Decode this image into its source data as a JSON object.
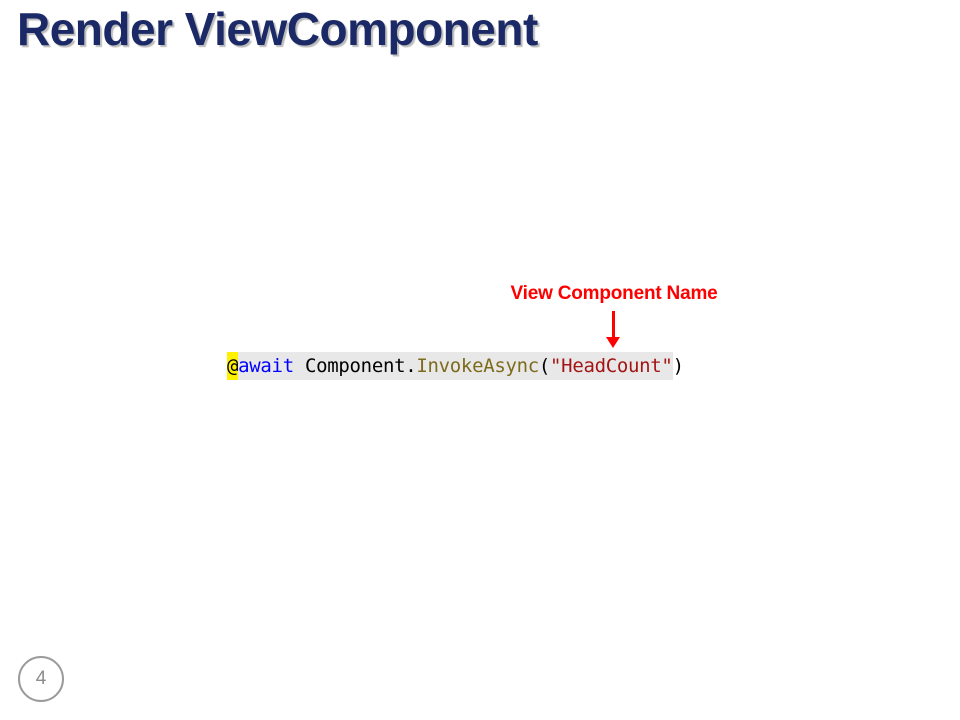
{
  "slide": {
    "title": "Render ViewComponent",
    "page_number": "4"
  },
  "annotation": {
    "label": "View Component Name",
    "arrow_direction": "down"
  },
  "code": {
    "full_text": "@await Component.InvokeAsync(\"HeadCount\")",
    "tokens": [
      {
        "text": "@",
        "role": "razor-transition",
        "color": "#000000",
        "background": "#FFF100"
      },
      {
        "text": "await",
        "role": "keyword",
        "color": "#0000FF",
        "background": "#E8E8E8"
      },
      {
        "text": " Component.",
        "role": "plain",
        "color": "#000000",
        "background": "#E8E8E8"
      },
      {
        "text": "InvokeAsync",
        "role": "method",
        "color": "#7D6B1C",
        "background": "#E8E8E8"
      },
      {
        "text": "(",
        "role": "plain",
        "color": "#000000",
        "background": "#E8E8E8"
      },
      {
        "text": "\"HeadCount\"",
        "role": "string",
        "color": "#A31515",
        "background": "#E8E8E8"
      },
      {
        "text": ")",
        "role": "plain",
        "color": "#000000",
        "background": "transparent"
      }
    ]
  },
  "colors": {
    "title": "#1B2A66",
    "annotation": "#FE0000",
    "code_background": "#E8E8E8",
    "razor_highlight": "#FFF100",
    "badge_border": "#9B9B9B",
    "badge_text": "#8C8C8C",
    "slide_background": "#FFFFFF"
  }
}
